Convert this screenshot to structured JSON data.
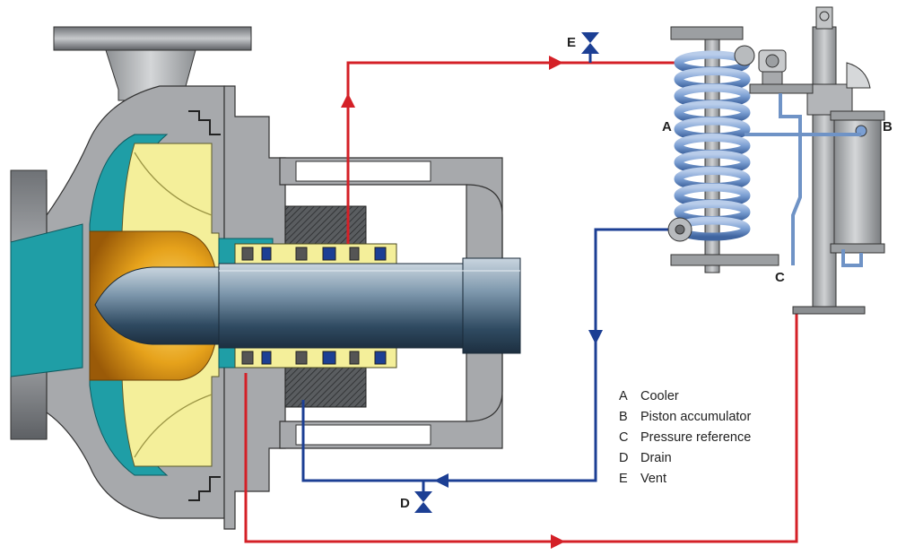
{
  "callouts": {
    "a": "A",
    "b": "B",
    "c": "C",
    "d": "D",
    "e": "E"
  },
  "legend": [
    {
      "letter": "A",
      "text": "Cooler"
    },
    {
      "letter": "B",
      "text": "Piston accumulator"
    },
    {
      "letter": "C",
      "text": "Pressure reference"
    },
    {
      "letter": "D",
      "text": "Drain"
    },
    {
      "letter": "E",
      "text": "Vent"
    }
  ],
  "colors": {
    "hot_line": "#d42027",
    "cold_line": "#1c3f94",
    "casing": "#a7a9ac",
    "casing_dark": "#6d6f72",
    "impeller": "#f4ef9a",
    "volute": "#1f9ea6",
    "hub": "#e0a21a",
    "coil": "#7b9fd3",
    "shaft": "#4e6e88"
  }
}
